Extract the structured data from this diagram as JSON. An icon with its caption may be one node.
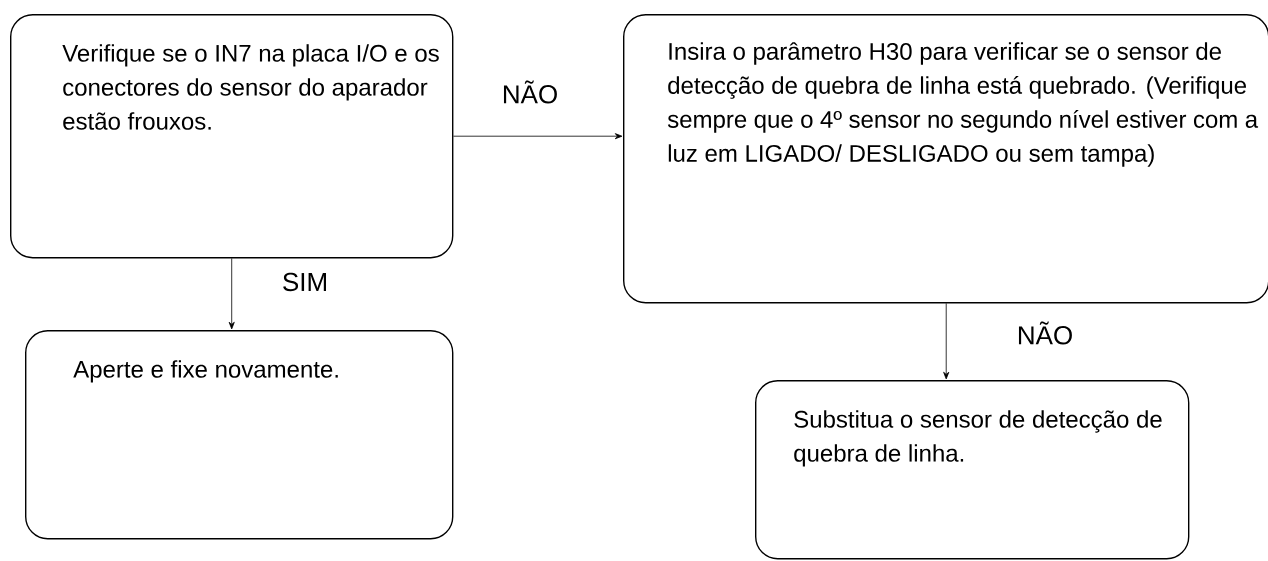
{
  "diagram": {
    "nodes": [
      {
        "text": [
          "Verifique se o IN7 na placa I/O e os conectores do sensor do aparador estão frouxos."
        ]
      },
      {
        "text": [
          "Insira o parâmetro H30 para verificar se o sensor de detecção de quebra de linha está quebrado. (Verifique sempre que o 4º sensor no segundo nível estiver com a luz em LIGADO/ DESLIGADO ou sem tampa)"
        ]
      },
      {
        "text": [
          "Aperte e fixe novamente."
        ]
      },
      {
        "text": [
          "Substitua o sensor de detecção de quebra de linha."
        ]
      }
    ],
    "edges": [
      {
        "from": 0,
        "to": 1,
        "arrow": "to",
        "label": "NÃO"
      },
      {
        "from": 0,
        "to": 2,
        "arrow": "to",
        "label": "SIM"
      },
      {
        "from": 1,
        "to": 3,
        "arrow": "to",
        "label": "NÃO"
      }
    ]
  }
}
